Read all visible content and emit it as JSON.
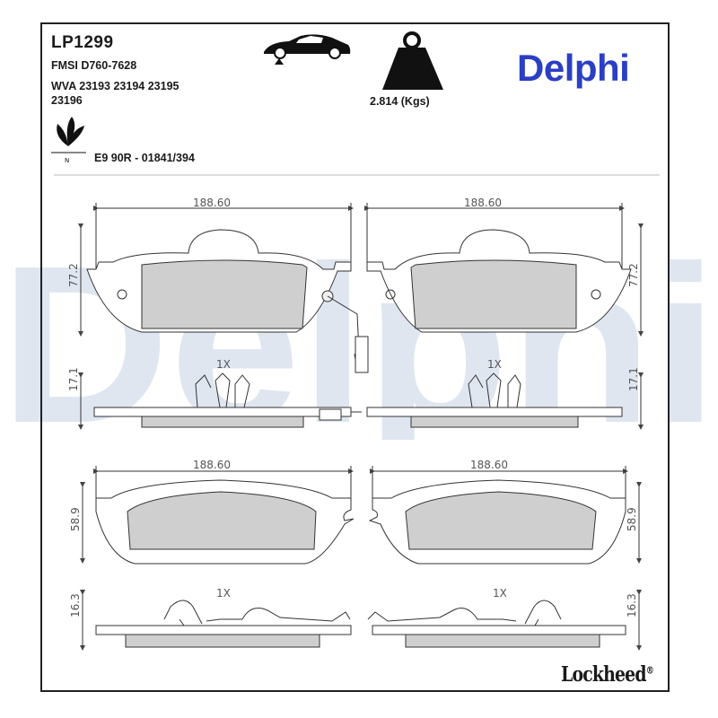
{
  "header": {
    "part_number": "LP1299",
    "fmsi": "FMSI D760-7628",
    "wva_line1": "WVA 23193 23194 23195",
    "wva_line2": "23196",
    "weight": "2.814 (Kgs)",
    "eco_label": "N",
    "eco_code": "E9 90R - 01841/394"
  },
  "brand": {
    "name": "Delphi",
    "color": "#2b3fc4",
    "watermark": "Delphi",
    "watermark_color": "#dfe6f0",
    "footer": "Lockheed",
    "footer_mark": "®"
  },
  "icons": [
    "car-icon",
    "weight-icon",
    "eco-leaves-icon"
  ],
  "drawings": {
    "front_left_width": "188.60",
    "front_right_width": "188.60",
    "front_left_height": "77.2",
    "front_right_height": "77.2",
    "front_qty": "1X",
    "front_qty_right": "1X",
    "front_left_thickness": "17.1",
    "front_right_thickness": "17.1",
    "rear_left_width": "188.60",
    "rear_right_width": "188.60",
    "rear_left_height": "58.9",
    "rear_right_height": "58.9",
    "rear_qty": "1X",
    "rear_qty_right": "1X",
    "rear_left_thickness": "16.3",
    "rear_right_thickness": "16.3"
  }
}
